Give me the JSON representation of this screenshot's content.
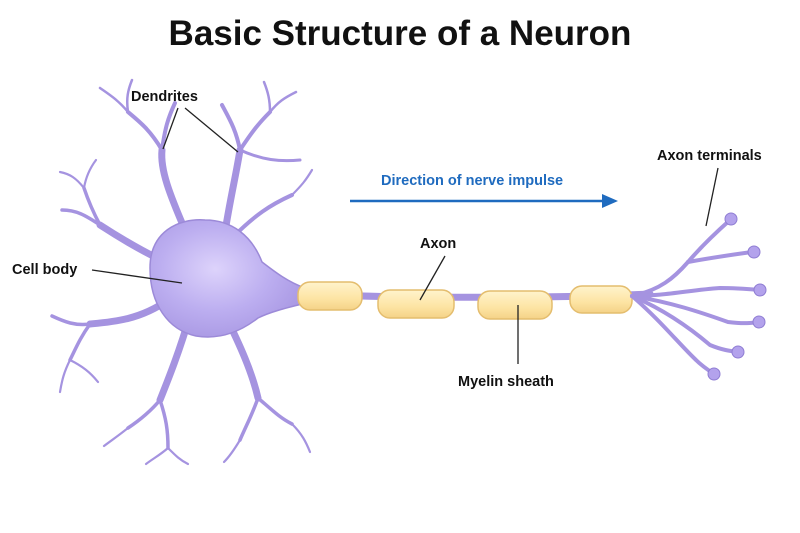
{
  "title": "Basic Structure of a Neuron",
  "labels": {
    "dendrites": "Dendrites",
    "cell_body": "Cell body",
    "axon": "Axon",
    "myelin_sheath": "Myelin sheath",
    "axon_terminals": "Axon terminals",
    "direction": "Direction of nerve impulse"
  },
  "colors": {
    "neuron_fill": "#b6a7ea",
    "neuron_stroke": "#8f7fd0",
    "myelin_fill": "#fde5a6",
    "myelin_stroke": "#e7c476",
    "arrow": "#1f6bbf",
    "text": "#111111"
  }
}
